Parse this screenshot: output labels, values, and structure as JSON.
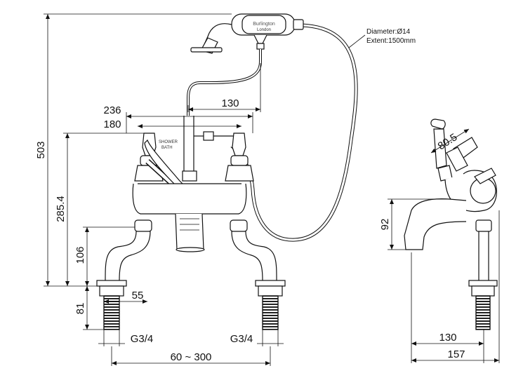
{
  "drawing": {
    "brand": {
      "name": "Burlington",
      "location": "London"
    },
    "handle_text": {
      "line1": "SHOWER",
      "line2": "BATH"
    },
    "hose_note": {
      "diameter": "Diameter:Ø14",
      "extent": "Extent:1500mm"
    },
    "front_view": {
      "height_total": "503",
      "height_body": "285.4",
      "height_leg": "106",
      "height_thread": "81",
      "width_outer": "236",
      "width_inner": "180",
      "handset_offset": "130",
      "thread_width": "55",
      "thread_left": "G3/4",
      "thread_right": "G3/4",
      "centres": "60 ~ 300"
    },
    "side_view": {
      "angle": "80.5",
      "spout_height": "92",
      "spout_reach": "130",
      "depth": "157"
    }
  }
}
